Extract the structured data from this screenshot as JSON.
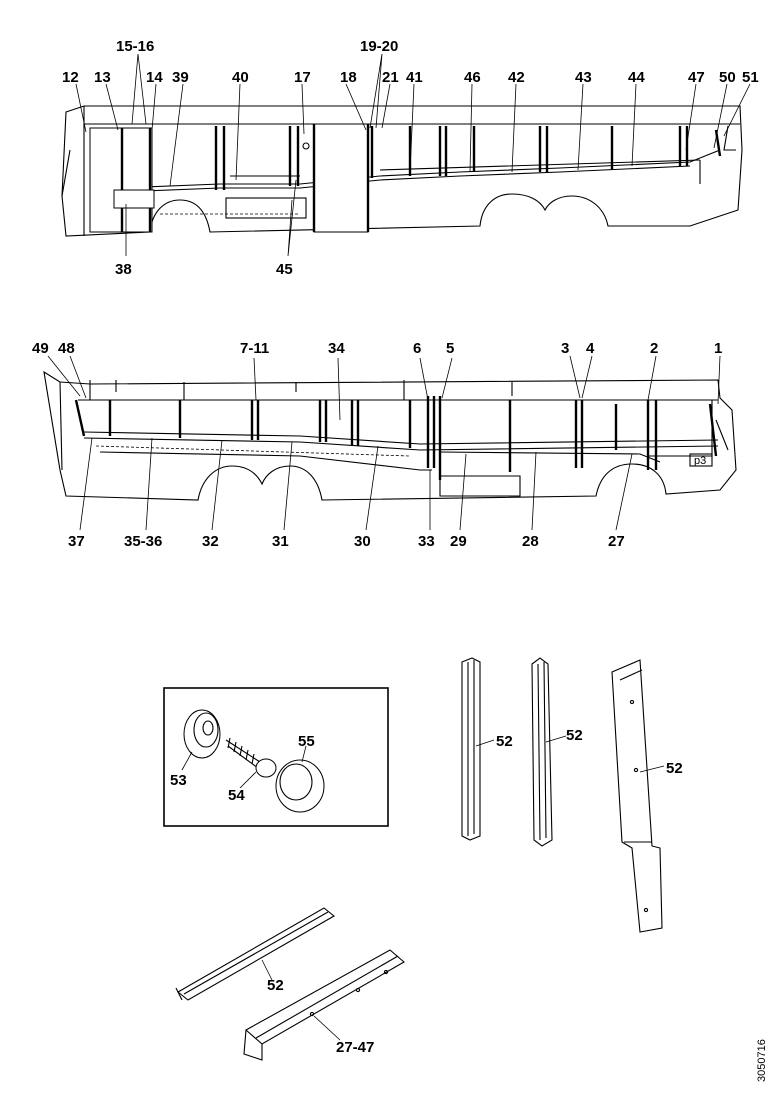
{
  "diagram": {
    "top_view": {
      "labels_above": [
        "12",
        "13",
        "15-16",
        "14",
        "39",
        "40",
        "17",
        "18",
        "19-20",
        "21",
        "41",
        "46",
        "42",
        "43",
        "44",
        "47",
        "50",
        "51"
      ],
      "labels_below": [
        "38",
        "45"
      ]
    },
    "middle_view": {
      "labels_above": [
        "49",
        "48",
        "7-11",
        "34",
        "6",
        "5",
        "3",
        "4",
        "2",
        "1"
      ],
      "labels_below": [
        "37",
        "35-36",
        "32",
        "31",
        "30",
        "33",
        "29",
        "28",
        "27"
      ]
    },
    "details": {
      "fastener_box_labels": [
        "53",
        "54",
        "55"
      ],
      "profile_labels": [
        "52",
        "52",
        "52",
        "52",
        "27-47"
      ],
      "detail_box_text": "p3"
    },
    "document_id": "3050716"
  }
}
